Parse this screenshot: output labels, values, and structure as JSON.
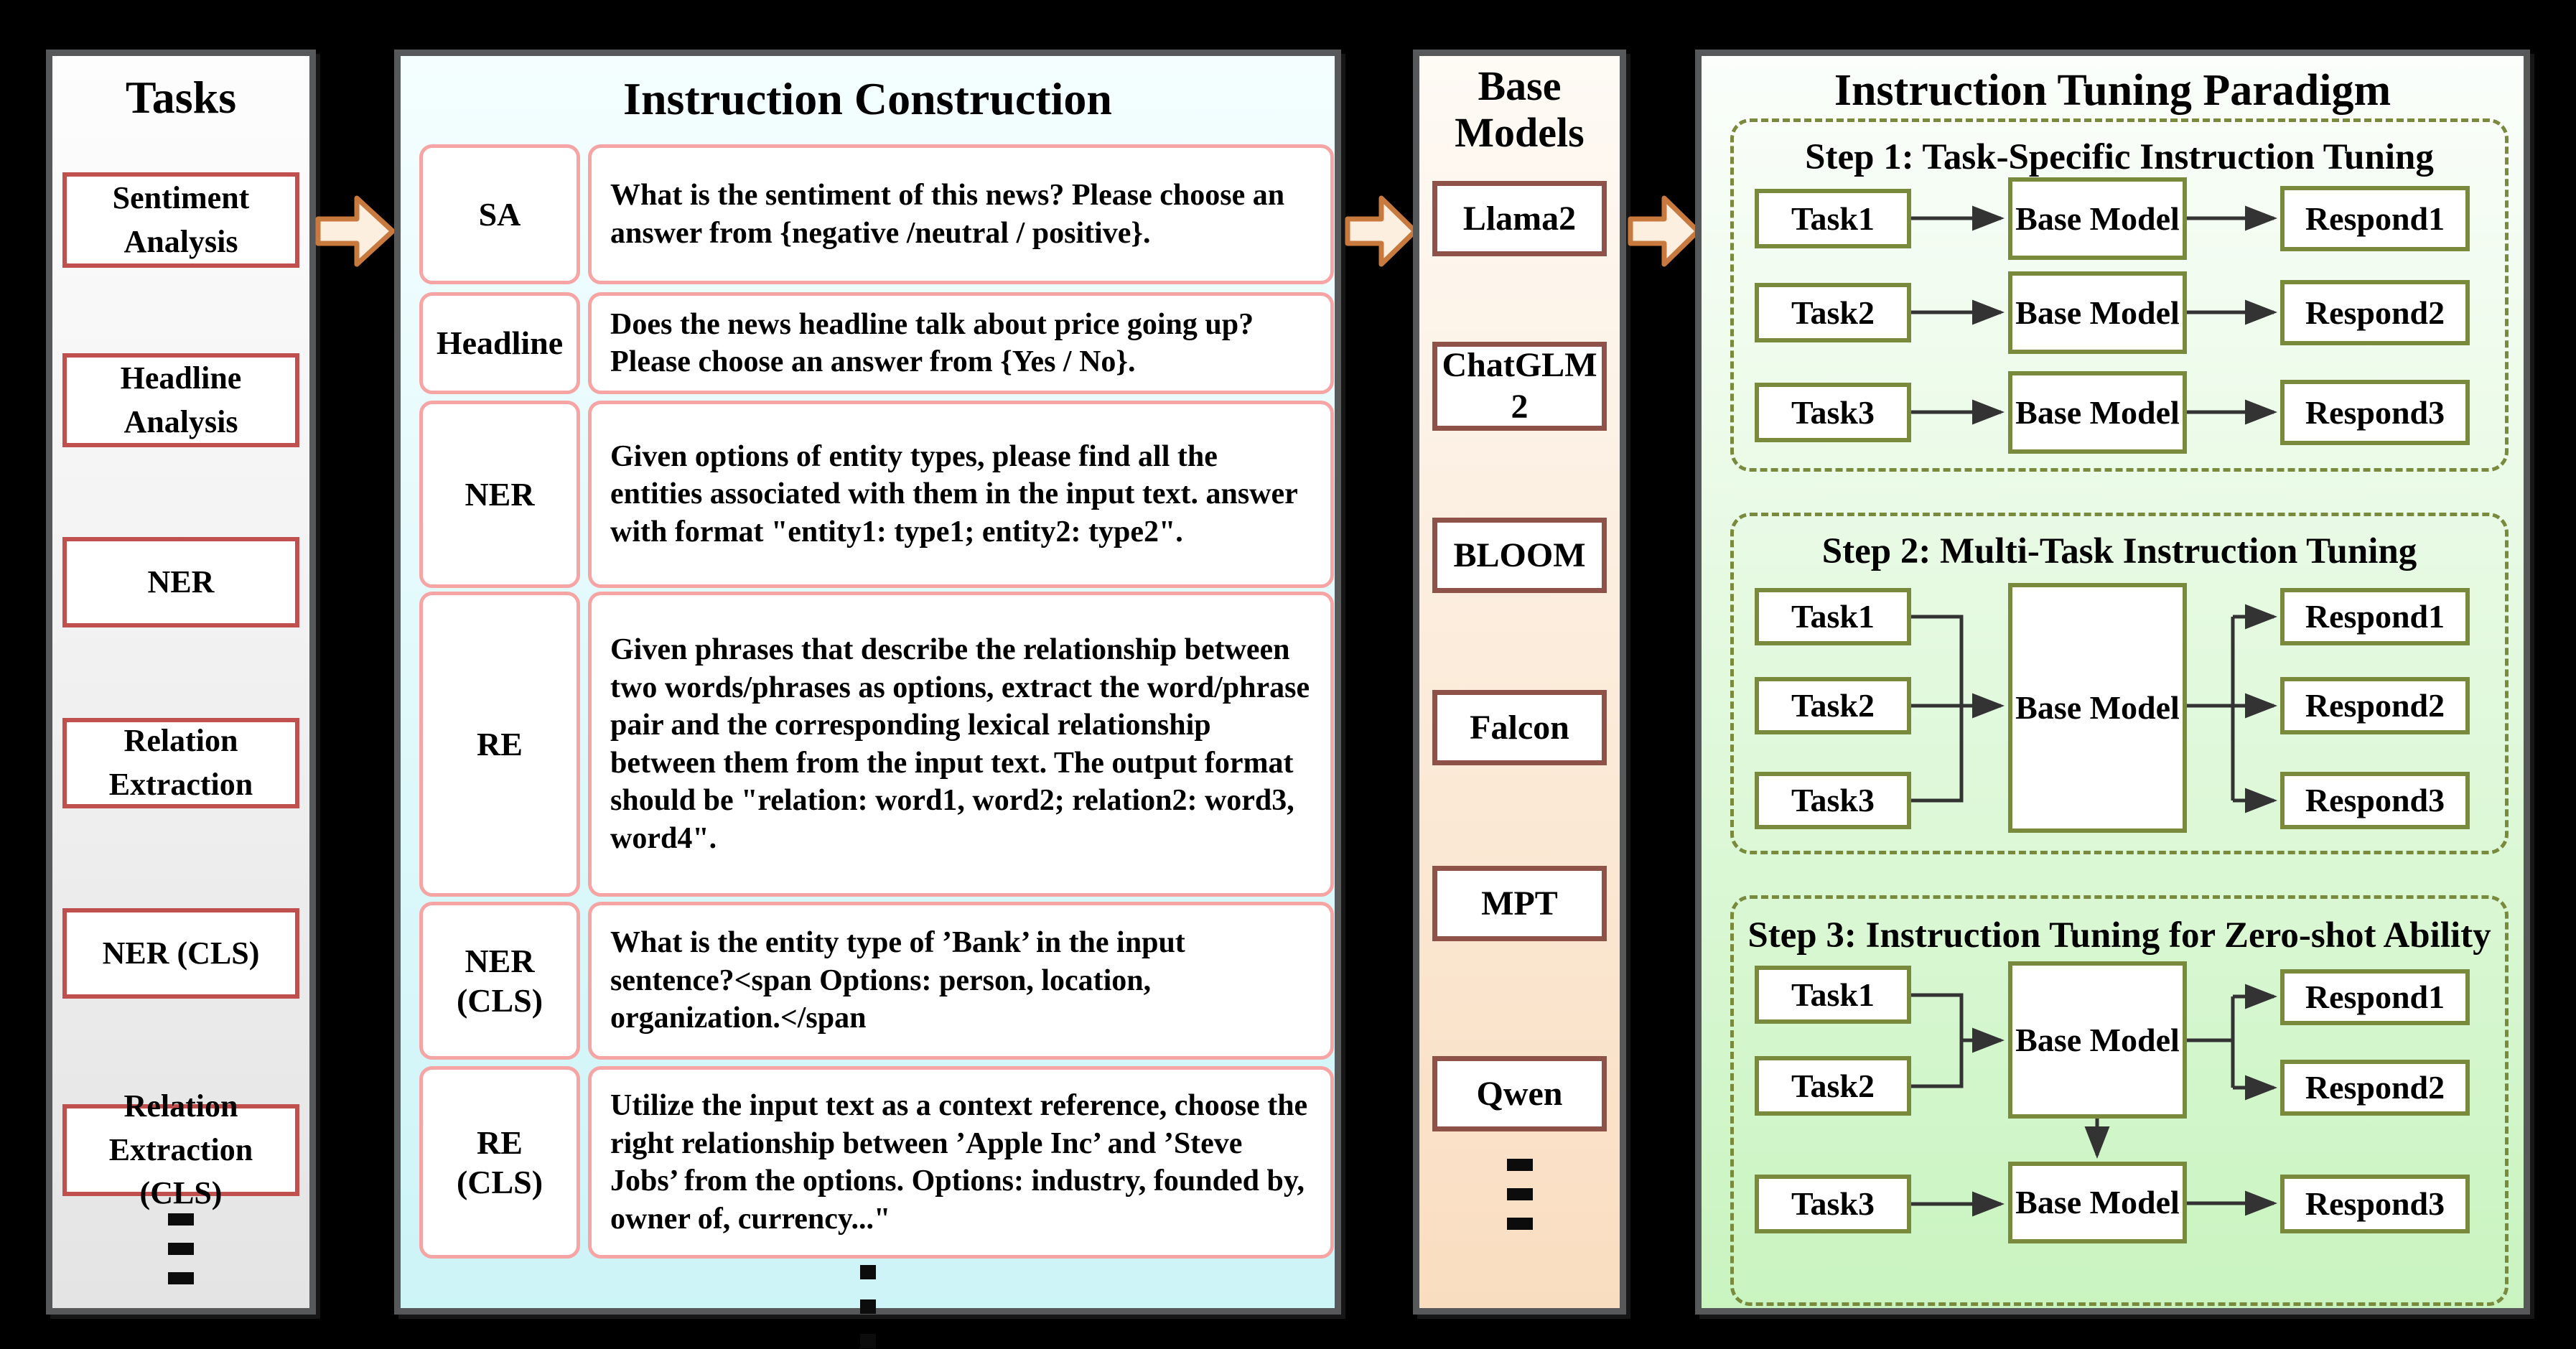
{
  "colors": {
    "canvas_bg": "#000000",
    "panel_border": "#57585a",
    "tasks_box_border": "#c0504d",
    "instruction_box_border": "#f7a4a4",
    "base_model_box_border": "#8e5249",
    "paradigm_green_border": "#7a8a3c",
    "block_arrow_fill": "#fcefe0",
    "block_arrow_border": "#c87a3e",
    "connector_color": "#333333",
    "tasks_bg": "#eeeeee",
    "instruction_bg": "#d9f7fa",
    "base_models_bg": "#fbe8d2",
    "paradigm_bg": "#ddf8d6"
  },
  "tasks": {
    "title": "Tasks",
    "items": [
      "Sentiment Analysis",
      "Headline Analysis",
      "NER",
      "Relation Extraction",
      "NER (CLS)",
      "Relation Extraction (CLS)"
    ]
  },
  "instruction_construction": {
    "title": "Instruction Construction",
    "rows": [
      {
        "label": "SA",
        "text": "What is the sentiment of this news? Please choose an answer from {negative /neutral / positive}."
      },
      {
        "label": "Headline",
        "text": "Does the news headline talk about price going up? Please choose an answer from {Yes / No}."
      },
      {
        "label": "NER",
        "text": "Given options of entity types, please find all the entities associated with them in the input text. answer with format \"entity1: type1; entity2: type2\"."
      },
      {
        "label": "RE",
        "text": "Given phrases that describe the relationship between two words/phrases as options, extract the word/phrase pair and the corresponding lexical relationship between them from the input text. The output format should be \"relation: word1, word2; relation2: word3, word4\"."
      },
      {
        "label": "NER (CLS)",
        "text": "What is the entity type of ’Bank’ in the input sentence?<span Options: person, location, organization.</span"
      },
      {
        "label": "RE (CLS)",
        "text": "Utilize the input text as a context reference, choose the right relationship between ’Apple Inc’ and ’Steve Jobs’ from the options. Options: industry, founded by, owner of, currency...\""
      }
    ]
  },
  "base_models": {
    "title": "Base Models",
    "items": [
      "Llama2",
      "ChatGLM2",
      "BLOOM",
      "Falcon",
      "MPT",
      "Qwen"
    ]
  },
  "paradigm": {
    "title": "Instruction Tuning Paradigm",
    "steps": [
      {
        "title": "Step 1: Task-Specific Instruction Tuning",
        "tasks": [
          "Task1",
          "Task2",
          "Task3"
        ],
        "models": [
          "Base Model",
          "Base Model",
          "Base Model"
        ],
        "responds": [
          "Respond1",
          "Respond2",
          "Respond3"
        ]
      },
      {
        "title": "Step 2: Multi-Task Instruction Tuning",
        "tasks": [
          "Task1",
          "Task2",
          "Task3"
        ],
        "model": "Base Model",
        "responds": [
          "Respond1",
          "Respond2",
          "Respond3"
        ]
      },
      {
        "title": "Step 3: Instruction Tuning for Zero-shot Ability",
        "tasks": [
          "Task1",
          "Task2",
          "Task3"
        ],
        "models": [
          "Base Model",
          "Base Model"
        ],
        "responds": [
          "Respond1",
          "Respond2",
          "Respond3"
        ]
      }
    ]
  }
}
